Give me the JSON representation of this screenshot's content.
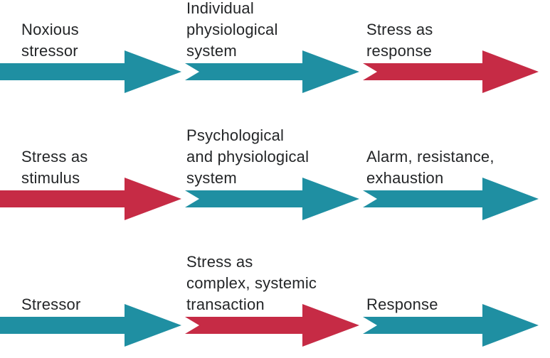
{
  "diagram": {
    "colors": {
      "teal": "#1F8FA2",
      "red": "#C62B45",
      "text": "#242628",
      "background": "#FFFFFF"
    },
    "rows": [
      {
        "labels": [
          "Noxious\nstressor",
          "Individual\nphysiological\nsystem",
          "Stress as\nresponse"
        ],
        "arrows": [
          "teal",
          "teal",
          "red"
        ]
      },
      {
        "labels": [
          "Stress as\nstimulus",
          "Psychological\nand physiological\nsystem",
          "Alarm, resistance,\nexhaustion"
        ],
        "arrows": [
          "red",
          "teal",
          "teal"
        ]
      },
      {
        "labels": [
          "Stressor",
          "Stress as\ncomplex, systemic\ntransaction",
          "Response"
        ],
        "arrows": [
          "teal",
          "red",
          "teal"
        ]
      }
    ]
  }
}
